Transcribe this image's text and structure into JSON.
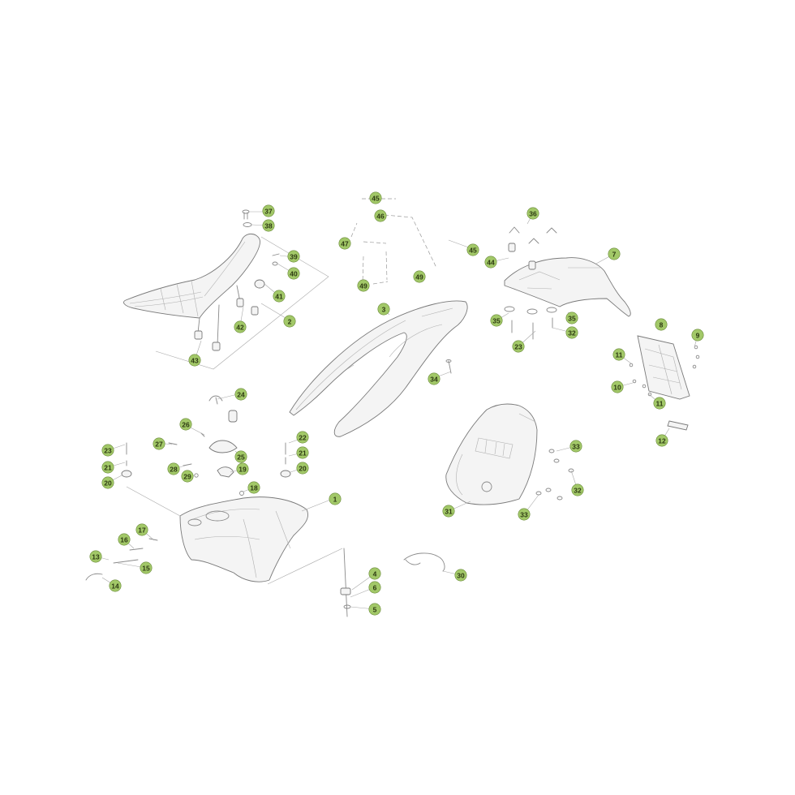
{
  "colors": {
    "badge_fill": "#a2c868",
    "part_stroke": "#8a8a8a",
    "background": "#ffffff"
  },
  "callouts": [
    {
      "id": "c37",
      "label": "37"
    },
    {
      "id": "c38",
      "label": "38"
    },
    {
      "id": "c39",
      "label": "39"
    },
    {
      "id": "c40",
      "label": "40"
    },
    {
      "id": "c41",
      "label": "41"
    },
    {
      "id": "c42",
      "label": "42"
    },
    {
      "id": "c2",
      "label": "2"
    },
    {
      "id": "c43",
      "label": "43"
    },
    {
      "id": "c45a",
      "label": "45"
    },
    {
      "id": "c46",
      "label": "46"
    },
    {
      "id": "c47",
      "label": "47"
    },
    {
      "id": "c49a",
      "label": "49"
    },
    {
      "id": "c49b",
      "label": "49"
    },
    {
      "id": "c45b",
      "label": "45"
    },
    {
      "id": "c3",
      "label": "3"
    },
    {
      "id": "c34",
      "label": "34"
    },
    {
      "id": "c36",
      "label": "36"
    },
    {
      "id": "c44",
      "label": "44"
    },
    {
      "id": "c7",
      "label": "7"
    },
    {
      "id": "c35a",
      "label": "35"
    },
    {
      "id": "c35b",
      "label": "35"
    },
    {
      "id": "c32a",
      "label": "32"
    },
    {
      "id": "c23a",
      "label": "23"
    },
    {
      "id": "c8",
      "label": "8"
    },
    {
      "id": "c9",
      "label": "9"
    },
    {
      "id": "c11a",
      "label": "11"
    },
    {
      "id": "c10",
      "label": "10"
    },
    {
      "id": "c11b",
      "label": "11"
    },
    {
      "id": "c12",
      "label": "12"
    },
    {
      "id": "c24",
      "label": "24"
    },
    {
      "id": "c26",
      "label": "26"
    },
    {
      "id": "c27",
      "label": "27"
    },
    {
      "id": "c28",
      "label": "28"
    },
    {
      "id": "c29",
      "label": "29"
    },
    {
      "id": "c25",
      "label": "25"
    },
    {
      "id": "c19",
      "label": "19"
    },
    {
      "id": "c18",
      "label": "18"
    },
    {
      "id": "c23b",
      "label": "23"
    },
    {
      "id": "c21a",
      "label": "21"
    },
    {
      "id": "c20a",
      "label": "20"
    },
    {
      "id": "c22",
      "label": "22"
    },
    {
      "id": "c21b",
      "label": "21"
    },
    {
      "id": "c20b",
      "label": "20"
    },
    {
      "id": "c1",
      "label": "1"
    },
    {
      "id": "c17",
      "label": "17"
    },
    {
      "id": "c16",
      "label": "16"
    },
    {
      "id": "c13",
      "label": "13"
    },
    {
      "id": "c15",
      "label": "15"
    },
    {
      "id": "c14",
      "label": "14"
    },
    {
      "id": "c4",
      "label": "4"
    },
    {
      "id": "c6",
      "label": "6"
    },
    {
      "id": "c5",
      "label": "5"
    },
    {
      "id": "c30",
      "label": "30"
    },
    {
      "id": "c33a",
      "label": "33"
    },
    {
      "id": "c32b",
      "label": "32"
    },
    {
      "id": "c31",
      "label": "31"
    },
    {
      "id": "c33b",
      "label": "33"
    }
  ]
}
